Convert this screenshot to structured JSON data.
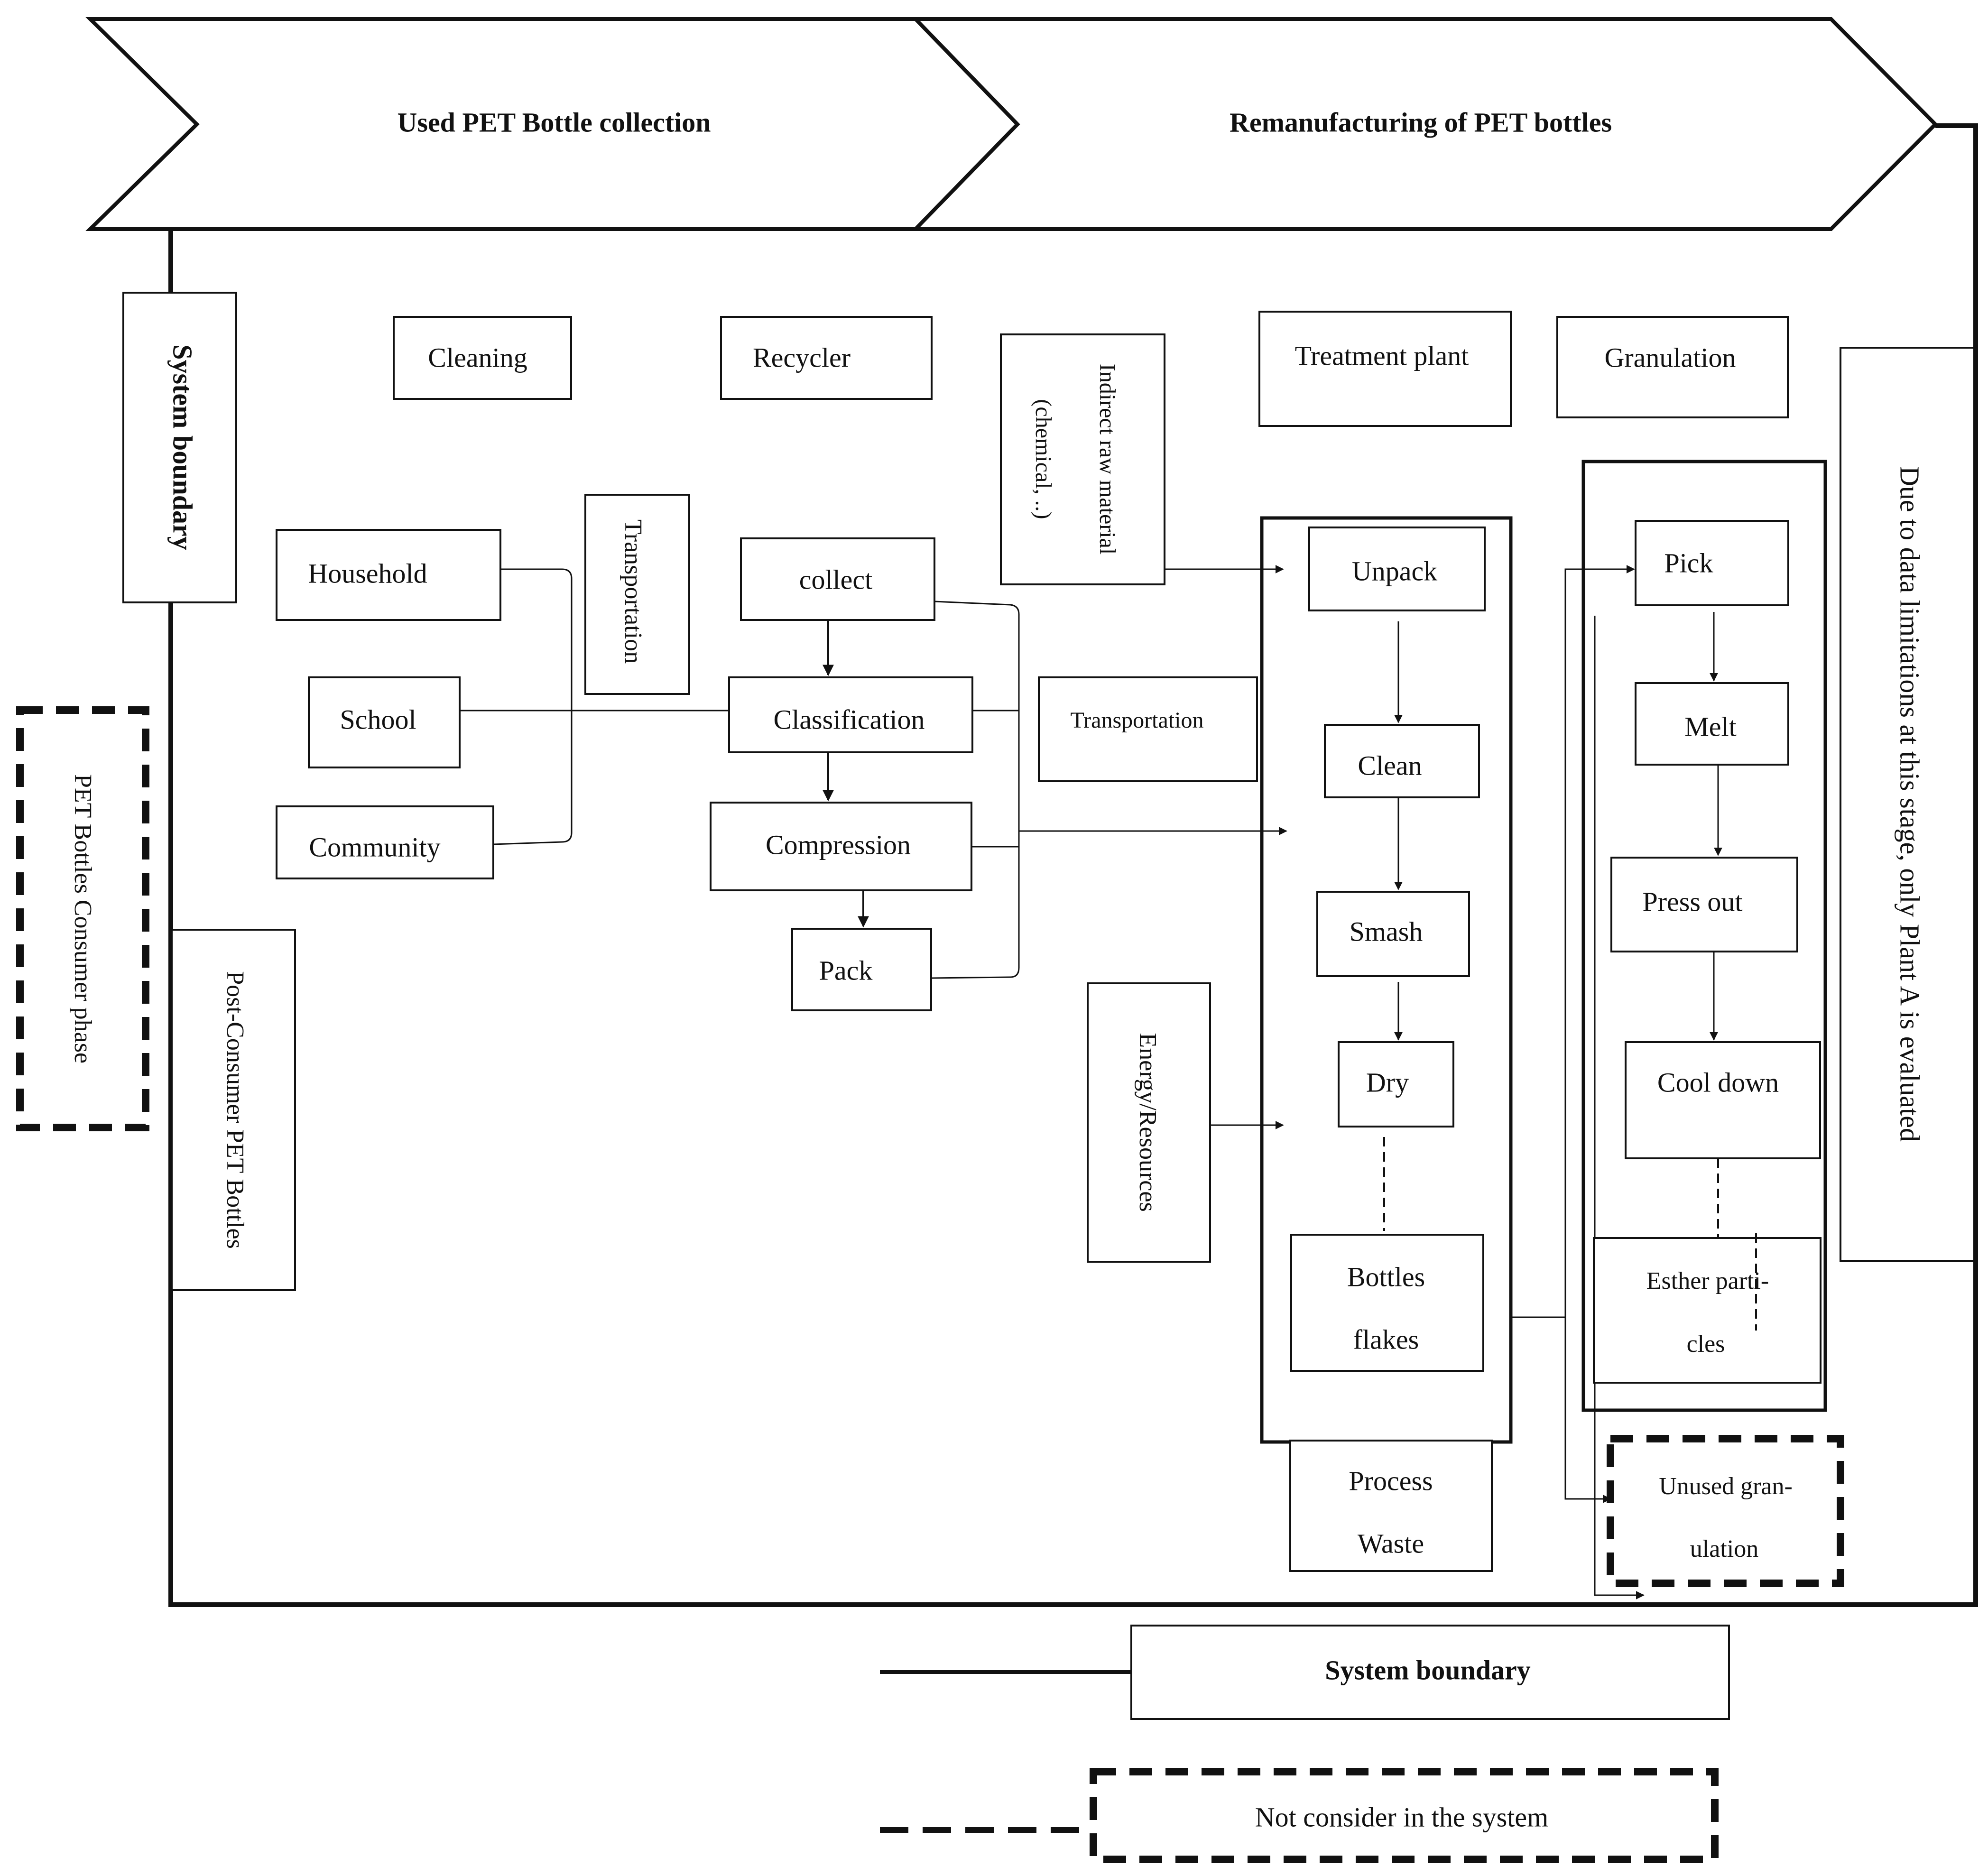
{
  "header": {
    "stage1": "Used PET Bottle collection",
    "stage2": "Remanufacturing of PET bottles"
  },
  "left": {
    "system_boundary": "System boundary",
    "consumer_phase": "PET Bottles Consumer phase",
    "post_consumer": "Post-Consumer PET Bottles"
  },
  "collection": {
    "cleaning": "Cleaning",
    "recycler": "Recycler",
    "transportation_vertical": "Transportation",
    "sources": [
      "Household",
      "School",
      "Community"
    ],
    "steps": [
      "collect",
      "Classification",
      "Compression",
      "Pack"
    ],
    "transportation": "Transportation"
  },
  "remanufacturing": {
    "indirect_raw": [
      "Indirect raw material",
      "(chemical, ..)"
    ],
    "treatment_plant": "Treatment plant",
    "granulation": "Granulation",
    "energy": "Energy/Resources",
    "treatment_steps": [
      "Unpack",
      "Clean",
      "Smash",
      "Dry"
    ],
    "bottles_flakes": [
      "Bottles",
      "flakes"
    ],
    "process_waste": [
      "Process",
      "Waste"
    ],
    "granulation_steps": [
      "Pick",
      "Melt",
      "Press out",
      "Cool down"
    ],
    "esther_particles": [
      "Esther parti-",
      "cles"
    ],
    "unused_granulation": [
      "Unused gran-",
      "ulation"
    ],
    "note": "Due to data limitations at this stage, only Plant A is evaluated"
  },
  "legend": {
    "solid": "System boundary",
    "dashed": "Not consider in the system"
  }
}
